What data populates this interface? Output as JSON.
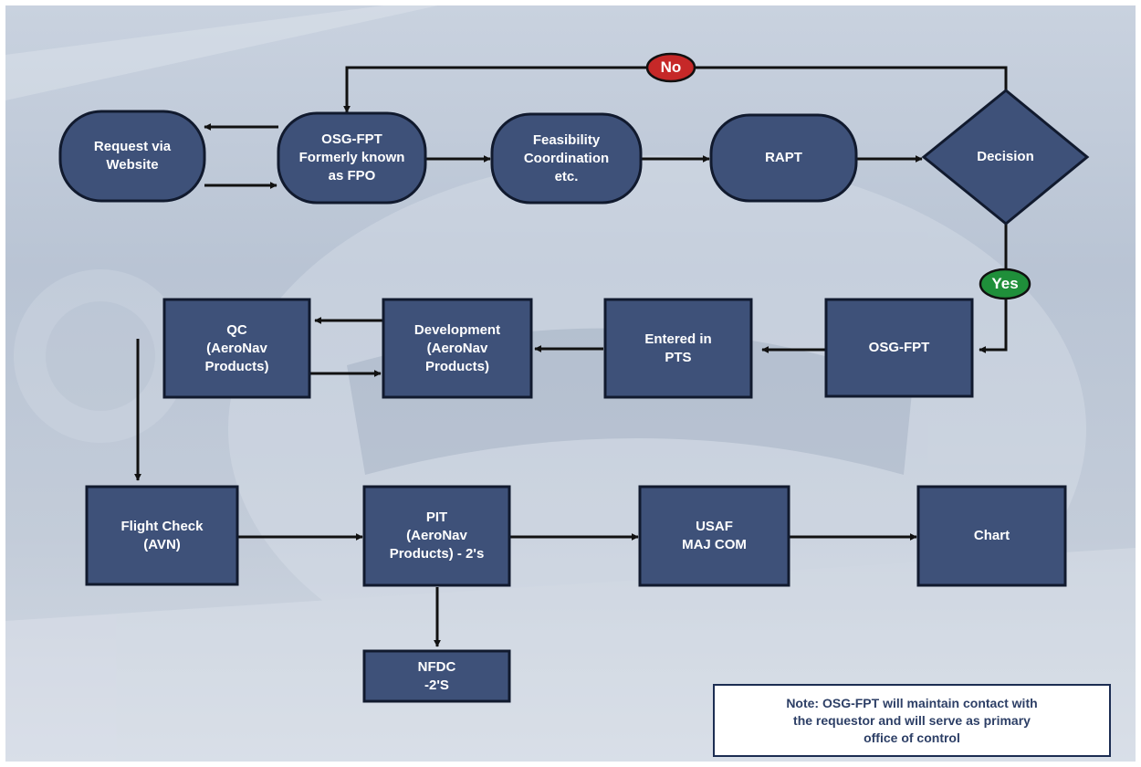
{
  "nodes": {
    "request": "Request via\nWebsite",
    "osg_fpt_top": "OSG-FPT\nFormerly known\nas FPO",
    "feasibility": "Feasibility\nCoordination\netc.",
    "rapt": "RAPT",
    "decision": "Decision",
    "osg_fpt_mid": "OSG-FPT",
    "entered": "Entered in\nPTS",
    "development": "Development\n(AeroNav\nProducts)",
    "qc": "QC\n(AeroNav\nProducts)",
    "flight_check": "Flight Check\n(AVN)",
    "pit": "PIT\n(AeroNav\nProducts) - 2's",
    "usaf": "USAF\nMAJ COM",
    "chart": "Chart",
    "nfdc": "NFDC\n-2'S"
  },
  "labels": {
    "no": "No",
    "yes": "Yes"
  },
  "note": "Note: OSG-FPT will maintain contact with\nthe requestor and will serve as primary\noffice of control",
  "colors": {
    "node_fill": "#3e5179",
    "node_stroke": "#111a2e",
    "arrow": "#111111",
    "no_badge": "#c62828",
    "yes_badge": "#1f8f3a"
  }
}
